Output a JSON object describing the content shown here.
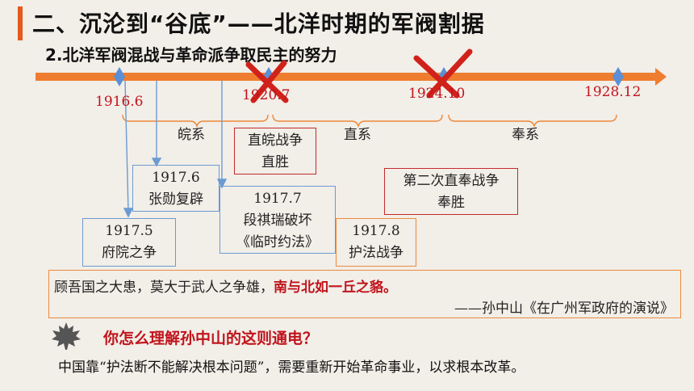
{
  "title": "二、沉沦到“谷底”——北洋时期的军阀割据",
  "subtitle": "2.北洋军阀混战与革命派争取民主的努力",
  "timeline": {
    "dates": [
      "1916.6",
      "1920.7",
      "1924.10",
      "1928.12"
    ],
    "factions": [
      "皖系",
      "直系",
      "奉系"
    ]
  },
  "events": {
    "war_zhiwan": [
      "直皖战争",
      "直胜"
    ],
    "war_zhifeng": [
      "第二次直奉战争",
      "奉胜"
    ],
    "zhangxun": [
      "1917.6",
      "张勋复辟"
    ],
    "duan": [
      "1917.7",
      "段祺瑞破坏",
      "《临时约法》"
    ],
    "fuyuan": [
      "1917.5",
      "府院之争"
    ],
    "hufa": [
      "1917.8",
      "护法战争"
    ]
  },
  "quote": {
    "text_part1": "顾吾国之大患，莫大于武人之争雄，",
    "text_highlight": "南与北如一丘之貉。",
    "attribution": "——孙中山《在广州军政府的演说》"
  },
  "question": "你怎么理解孙中山的这则通电？",
  "answer": "中国靠“护法断不能解决根本问题”，需要重新开始革命事业，以求根本改革。",
  "colors": {
    "accent": "#e55a1f",
    "red": "#c0141c",
    "blue": "#6b9bd1",
    "orange": "#ec8a3c"
  }
}
